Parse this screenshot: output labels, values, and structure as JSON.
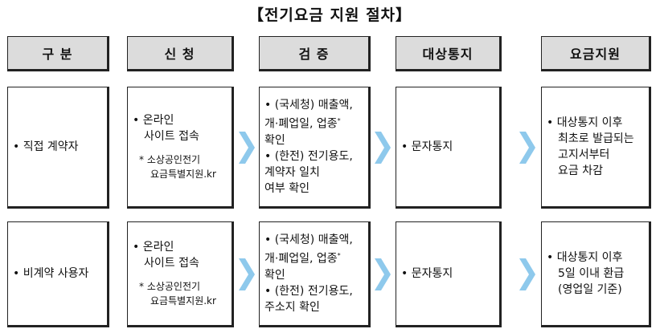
{
  "title": "【전기요금 지원 절차】",
  "headers": {
    "col1": "구 분",
    "col2": "신 청",
    "col3": "검 증",
    "col4": "대상통지",
    "col5": "요금지원"
  },
  "rows": [
    {
      "category": "• 직접 계약자",
      "apply_line1": "• 온라인",
      "apply_line2": "사이트 접속",
      "apply_note1": "* 소상공인전기",
      "apply_note2": "요금특별지원.kr",
      "verify_b1_line1": "• (국세청) 매출액,",
      "verify_b1_line2": "개·폐업일, 업종",
      "verify_b1_line3": "확인",
      "verify_b2_line1": "• (한전) 전기용도,",
      "verify_b2_line2": "계약자 일치",
      "verify_b2_line3": "여부 확인",
      "notify": "• 문자통지",
      "support_line1": "• 대상통지 이후",
      "support_line2": "최초로 발급되는",
      "support_line3": "고지서부터",
      "support_line4": "요금 차감"
    },
    {
      "category": "• 비계약 사용자",
      "apply_line1": "• 온라인",
      "apply_line2": "사이트 접속",
      "apply_note1": "* 소상공인전기",
      "apply_note2": "요금특별지원.kr",
      "verify_b1_line1": "• (국세청) 매출액,",
      "verify_b1_line2": "개·폐업일, 업종",
      "verify_b1_line3": "확인",
      "verify_b2_line1": "• (한전) 전기용도,",
      "verify_b2_line2": "주소지 확인",
      "notify": "• 문자통지",
      "support_line1": "• 대상통지 이후",
      "support_line2": "5일 이내 환급",
      "support_line3": "(영업일 기준)"
    }
  ],
  "colors": {
    "header_bg": "#dcdcdc",
    "arrow": "#8ec9ec",
    "border": "#222222"
  }
}
